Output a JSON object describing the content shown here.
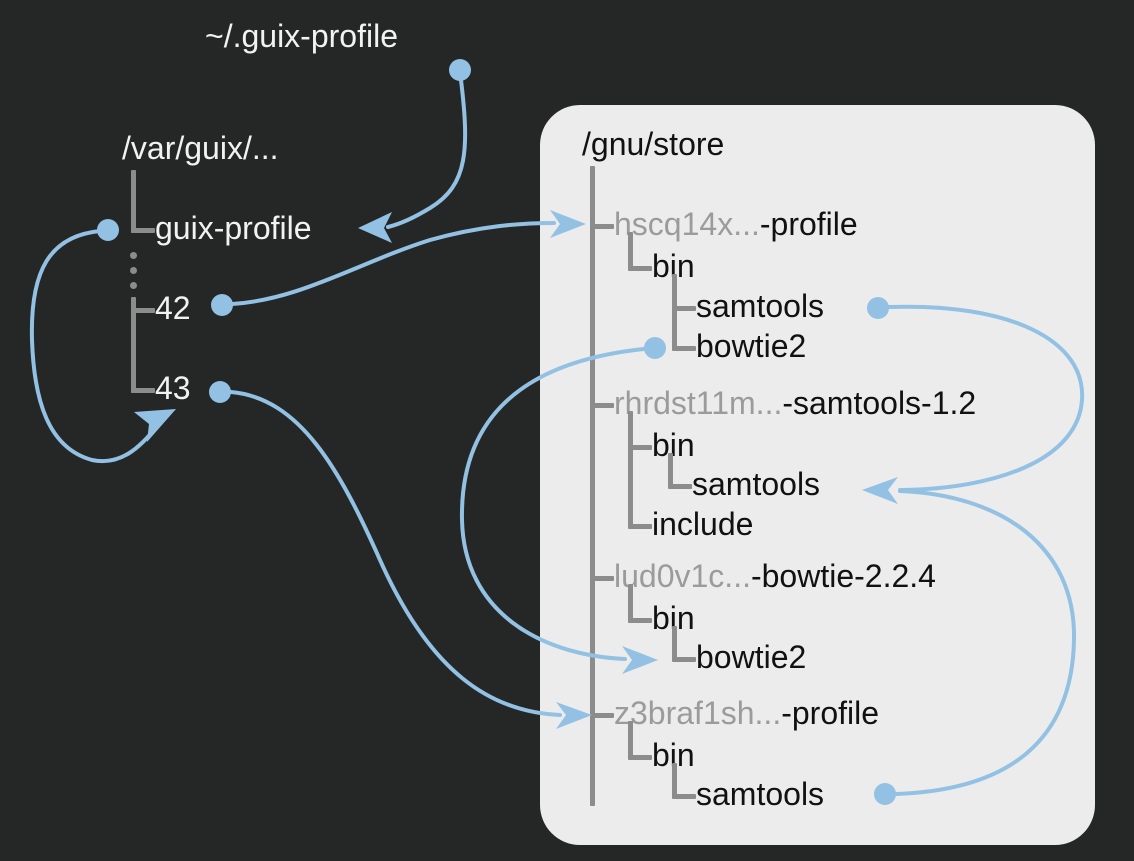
{
  "colors": {
    "background": "#252726",
    "panel": "#ececec",
    "link": "#92c1e3",
    "tree_rule": "#8c8c8c",
    "hash_text": "#9b9b9b",
    "dark_text": "#f2f2f2",
    "light_text": "#111111"
  },
  "profile_symlink": {
    "label": "~/.guix-profile"
  },
  "var_guix": {
    "root_label": "/var/guix/...",
    "entries": [
      {
        "label": "guix-profile"
      },
      {
        "label": "⋮"
      },
      {
        "label": "42"
      },
      {
        "label": "43"
      }
    ]
  },
  "store": {
    "root_label": "/gnu/store",
    "items": [
      {
        "hash": "hscq14x...",
        "name": "-profile",
        "children": [
          {
            "label": "bin",
            "depth": 1
          },
          {
            "label": "samtools",
            "depth": 2
          },
          {
            "label": "bowtie2",
            "depth": 2
          }
        ]
      },
      {
        "hash": "rhrdst11m...",
        "name": "-samtools-1.2",
        "children": [
          {
            "label": "bin",
            "depth": 1
          },
          {
            "label": "samtools",
            "depth": 2
          },
          {
            "label": "include",
            "depth": 1
          }
        ]
      },
      {
        "hash": "lud0v1c...",
        "name": "-bowtie-2.2.4",
        "children": [
          {
            "label": "bin",
            "depth": 1
          },
          {
            "label": "bowtie2",
            "depth": 2
          }
        ]
      },
      {
        "hash": "z3braf1sh...",
        "name": "-profile",
        "children": [
          {
            "label": "bin",
            "depth": 1
          },
          {
            "label": "samtools",
            "depth": 2
          }
        ]
      }
    ]
  },
  "links": [
    {
      "id": "home-profile-to-guix-profile",
      "from": "~/.guix-profile",
      "to": "/var/guix/.../guix-profile"
    },
    {
      "id": "guix-profile-to-43",
      "from": "/var/guix/.../guix-profile",
      "to": "/var/guix/.../43"
    },
    {
      "id": "gen42-to-hscq14x-profile",
      "from": "/var/guix/.../42",
      "to": "hscq14x...-profile"
    },
    {
      "id": "gen43-to-z3braf1sh-profile",
      "from": "/var/guix/.../43",
      "to": "z3braf1sh...-profile"
    },
    {
      "id": "hscq-samtools-to-rhrdst-samtools",
      "from": "hscq14x...-profile/bin/samtools",
      "to": "rhrdst11m...-samtools-1.2/bin/samtools"
    },
    {
      "id": "hscq-bowtie2-to-lud0v1c-bowtie2",
      "from": "hscq14x...-profile/bin/bowtie2",
      "to": "lud0v1c...-bowtie-2.2.4/bin/bowtie2"
    },
    {
      "id": "z3braf-samtools-to-rhrdst-samtools",
      "from": "z3braf1sh...-profile/bin/samtools",
      "to": "rhrdst11m...-samtools-1.2/bin/samtools"
    }
  ]
}
